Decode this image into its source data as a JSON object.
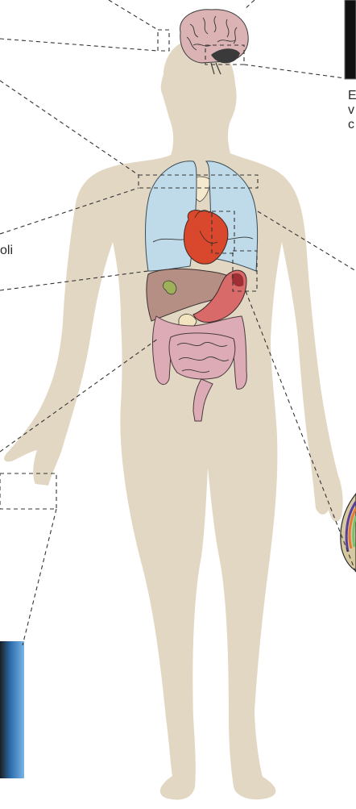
{
  "labels": {
    "brain_caption_line1": "E",
    "brain_caption_line2": "v",
    "brain_caption_line3": "c",
    "lung_caption": "oli"
  },
  "colors": {
    "body": "#e2d7c3",
    "lungs": "#bfdbe9",
    "heart": "#d9472d",
    "liver": "#b58f83",
    "stomach": "#d96a6a",
    "intestine": "#ddabb6",
    "thymus": "#f4e9cc",
    "brain": "#dbb3b4",
    "photo": "#5c9fd6",
    "vessel_inset": "#d6c9a0"
  }
}
